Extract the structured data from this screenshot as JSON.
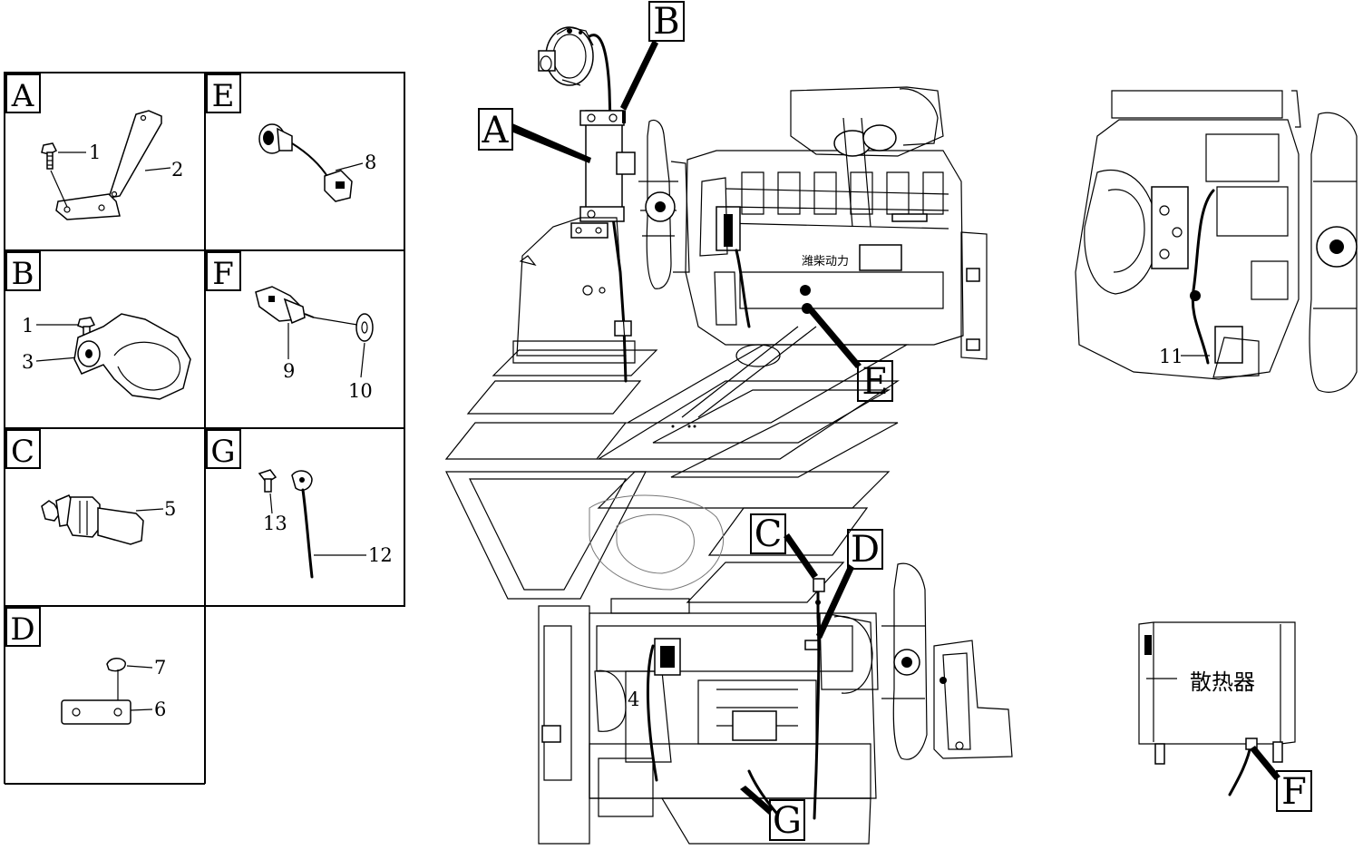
{
  "detail_panels": [
    {
      "letter": "A",
      "parts": [
        "1",
        "2"
      ]
    },
    {
      "letter": "B",
      "parts": [
        "1",
        "3"
      ]
    },
    {
      "letter": "C",
      "parts": [
        "5"
      ]
    },
    {
      "letter": "D",
      "parts": [
        "7",
        "6"
      ]
    },
    {
      "letter": "E",
      "parts": [
        "8"
      ]
    },
    {
      "letter": "F",
      "parts": [
        "9",
        "10"
      ]
    },
    {
      "letter": "G",
      "parts": [
        "13",
        "12"
      ]
    }
  ],
  "main_callouts": {
    "a": "A",
    "b": "B",
    "c": "C",
    "d": "D",
    "e": "E",
    "f": "F",
    "g": "G"
  },
  "main_part_labels": {
    "wiring_harness": "4",
    "ground_strap": "11"
  },
  "radiator_text": "散热器",
  "engine_plate_text": "潍柴动力"
}
